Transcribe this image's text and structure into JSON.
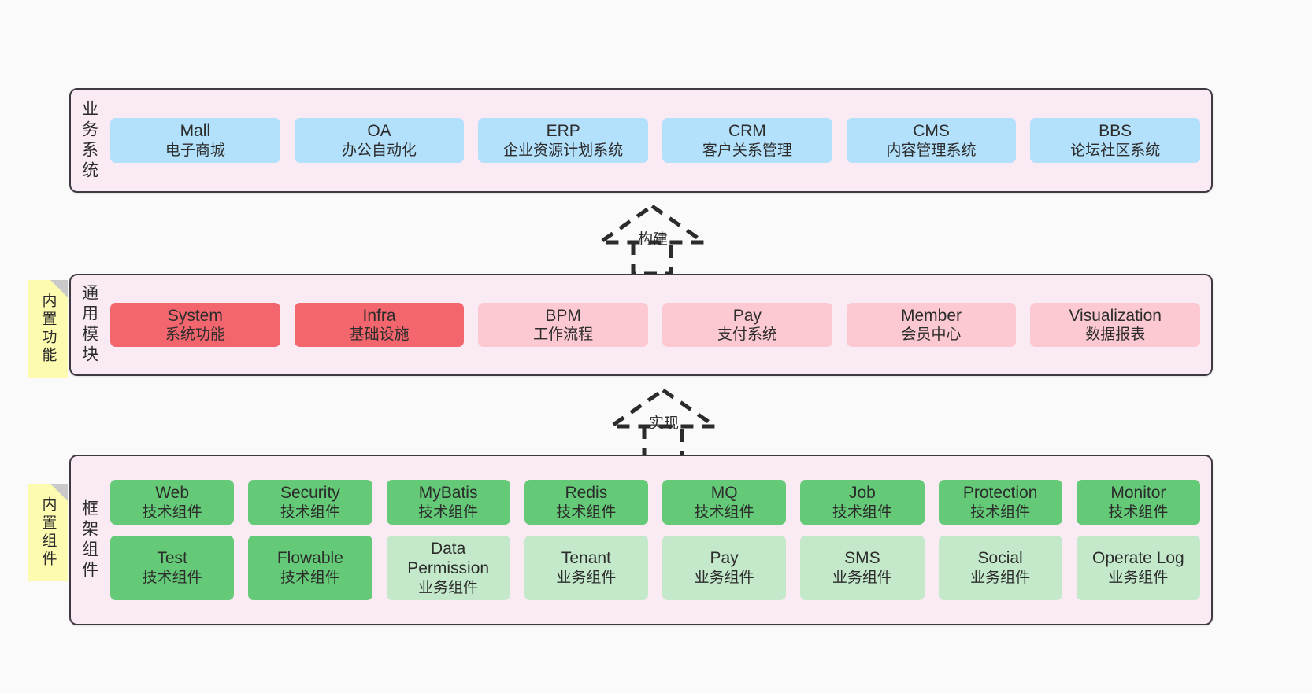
{
  "layers": [
    {
      "id": "business-systems",
      "label": "业务系统",
      "rows": [
        [
          {
            "name": "Mall",
            "desc": "电子商城",
            "color": "blue"
          },
          {
            "name": "OA",
            "desc": "办公自动化",
            "color": "blue"
          },
          {
            "name": "ERP",
            "desc": "企业资源计划系统",
            "color": "blue"
          },
          {
            "name": "CRM",
            "desc": "客户关系管理",
            "color": "blue"
          },
          {
            "name": "CMS",
            "desc": "内容管理系统",
            "color": "blue"
          },
          {
            "name": "BBS",
            "desc": "论坛社区系统",
            "color": "blue"
          }
        ]
      ]
    },
    {
      "id": "common-modules",
      "label": "通用模块",
      "note": "内置功能",
      "rows": [
        [
          {
            "name": "System",
            "desc": "系统功能",
            "color": "red"
          },
          {
            "name": "Infra",
            "desc": "基础设施",
            "color": "red"
          },
          {
            "name": "BPM",
            "desc": "工作流程",
            "color": "pink"
          },
          {
            "name": "Pay",
            "desc": "支付系统",
            "color": "pink"
          },
          {
            "name": "Member",
            "desc": "会员中心",
            "color": "pink"
          },
          {
            "name": "Visualization",
            "desc": "数据报表",
            "color": "pink"
          }
        ]
      ]
    },
    {
      "id": "framework-components",
      "label": "框架组件",
      "note": "内置组件",
      "rows": [
        [
          {
            "name": "Web",
            "desc": "技术组件",
            "color": "green"
          },
          {
            "name": "Security",
            "desc": "技术组件",
            "color": "green"
          },
          {
            "name": "MyBatis",
            "desc": "技术组件",
            "color": "green"
          },
          {
            "name": "Redis",
            "desc": "技术组件",
            "color": "green"
          },
          {
            "name": "MQ",
            "desc": "技术组件",
            "color": "green"
          },
          {
            "name": "Job",
            "desc": "技术组件",
            "color": "green"
          },
          {
            "name": "Protection",
            "desc": "技术组件",
            "color": "green"
          },
          {
            "name": "Monitor",
            "desc": "技术组件",
            "color": "green"
          }
        ],
        [
          {
            "name": "Test",
            "desc": "技术组件",
            "color": "green"
          },
          {
            "name": "Flowable",
            "desc": "技术组件",
            "color": "green"
          },
          {
            "name": "Data Permission",
            "desc": "业务组件",
            "color": "lightgreen"
          },
          {
            "name": "Tenant",
            "desc": "业务组件",
            "color": "lightgreen"
          },
          {
            "name": "Pay",
            "desc": "业务组件",
            "color": "lightgreen"
          },
          {
            "name": "SMS",
            "desc": "业务组件",
            "color": "lightgreen"
          },
          {
            "name": "Social",
            "desc": "业务组件",
            "color": "lightgreen"
          },
          {
            "name": "Operate Log",
            "desc": "业务组件",
            "color": "lightgreen"
          }
        ]
      ]
    }
  ],
  "connectors": [
    {
      "id": "build-connector",
      "label": "构建"
    },
    {
      "id": "implement-connector",
      "label": "实现"
    }
  ],
  "colors": {
    "band_fill": "#faeaf4",
    "band_border": "#3f3a42",
    "blue": "#b3e0fb",
    "red": "#f4666e",
    "pink": "#fcc9d2",
    "green": "#64ca77",
    "lightgreen": "#c3e8ca",
    "note_fill": "#fdfbaf",
    "note_fold": "#c9c9c9",
    "canvas": "#fafafa"
  }
}
